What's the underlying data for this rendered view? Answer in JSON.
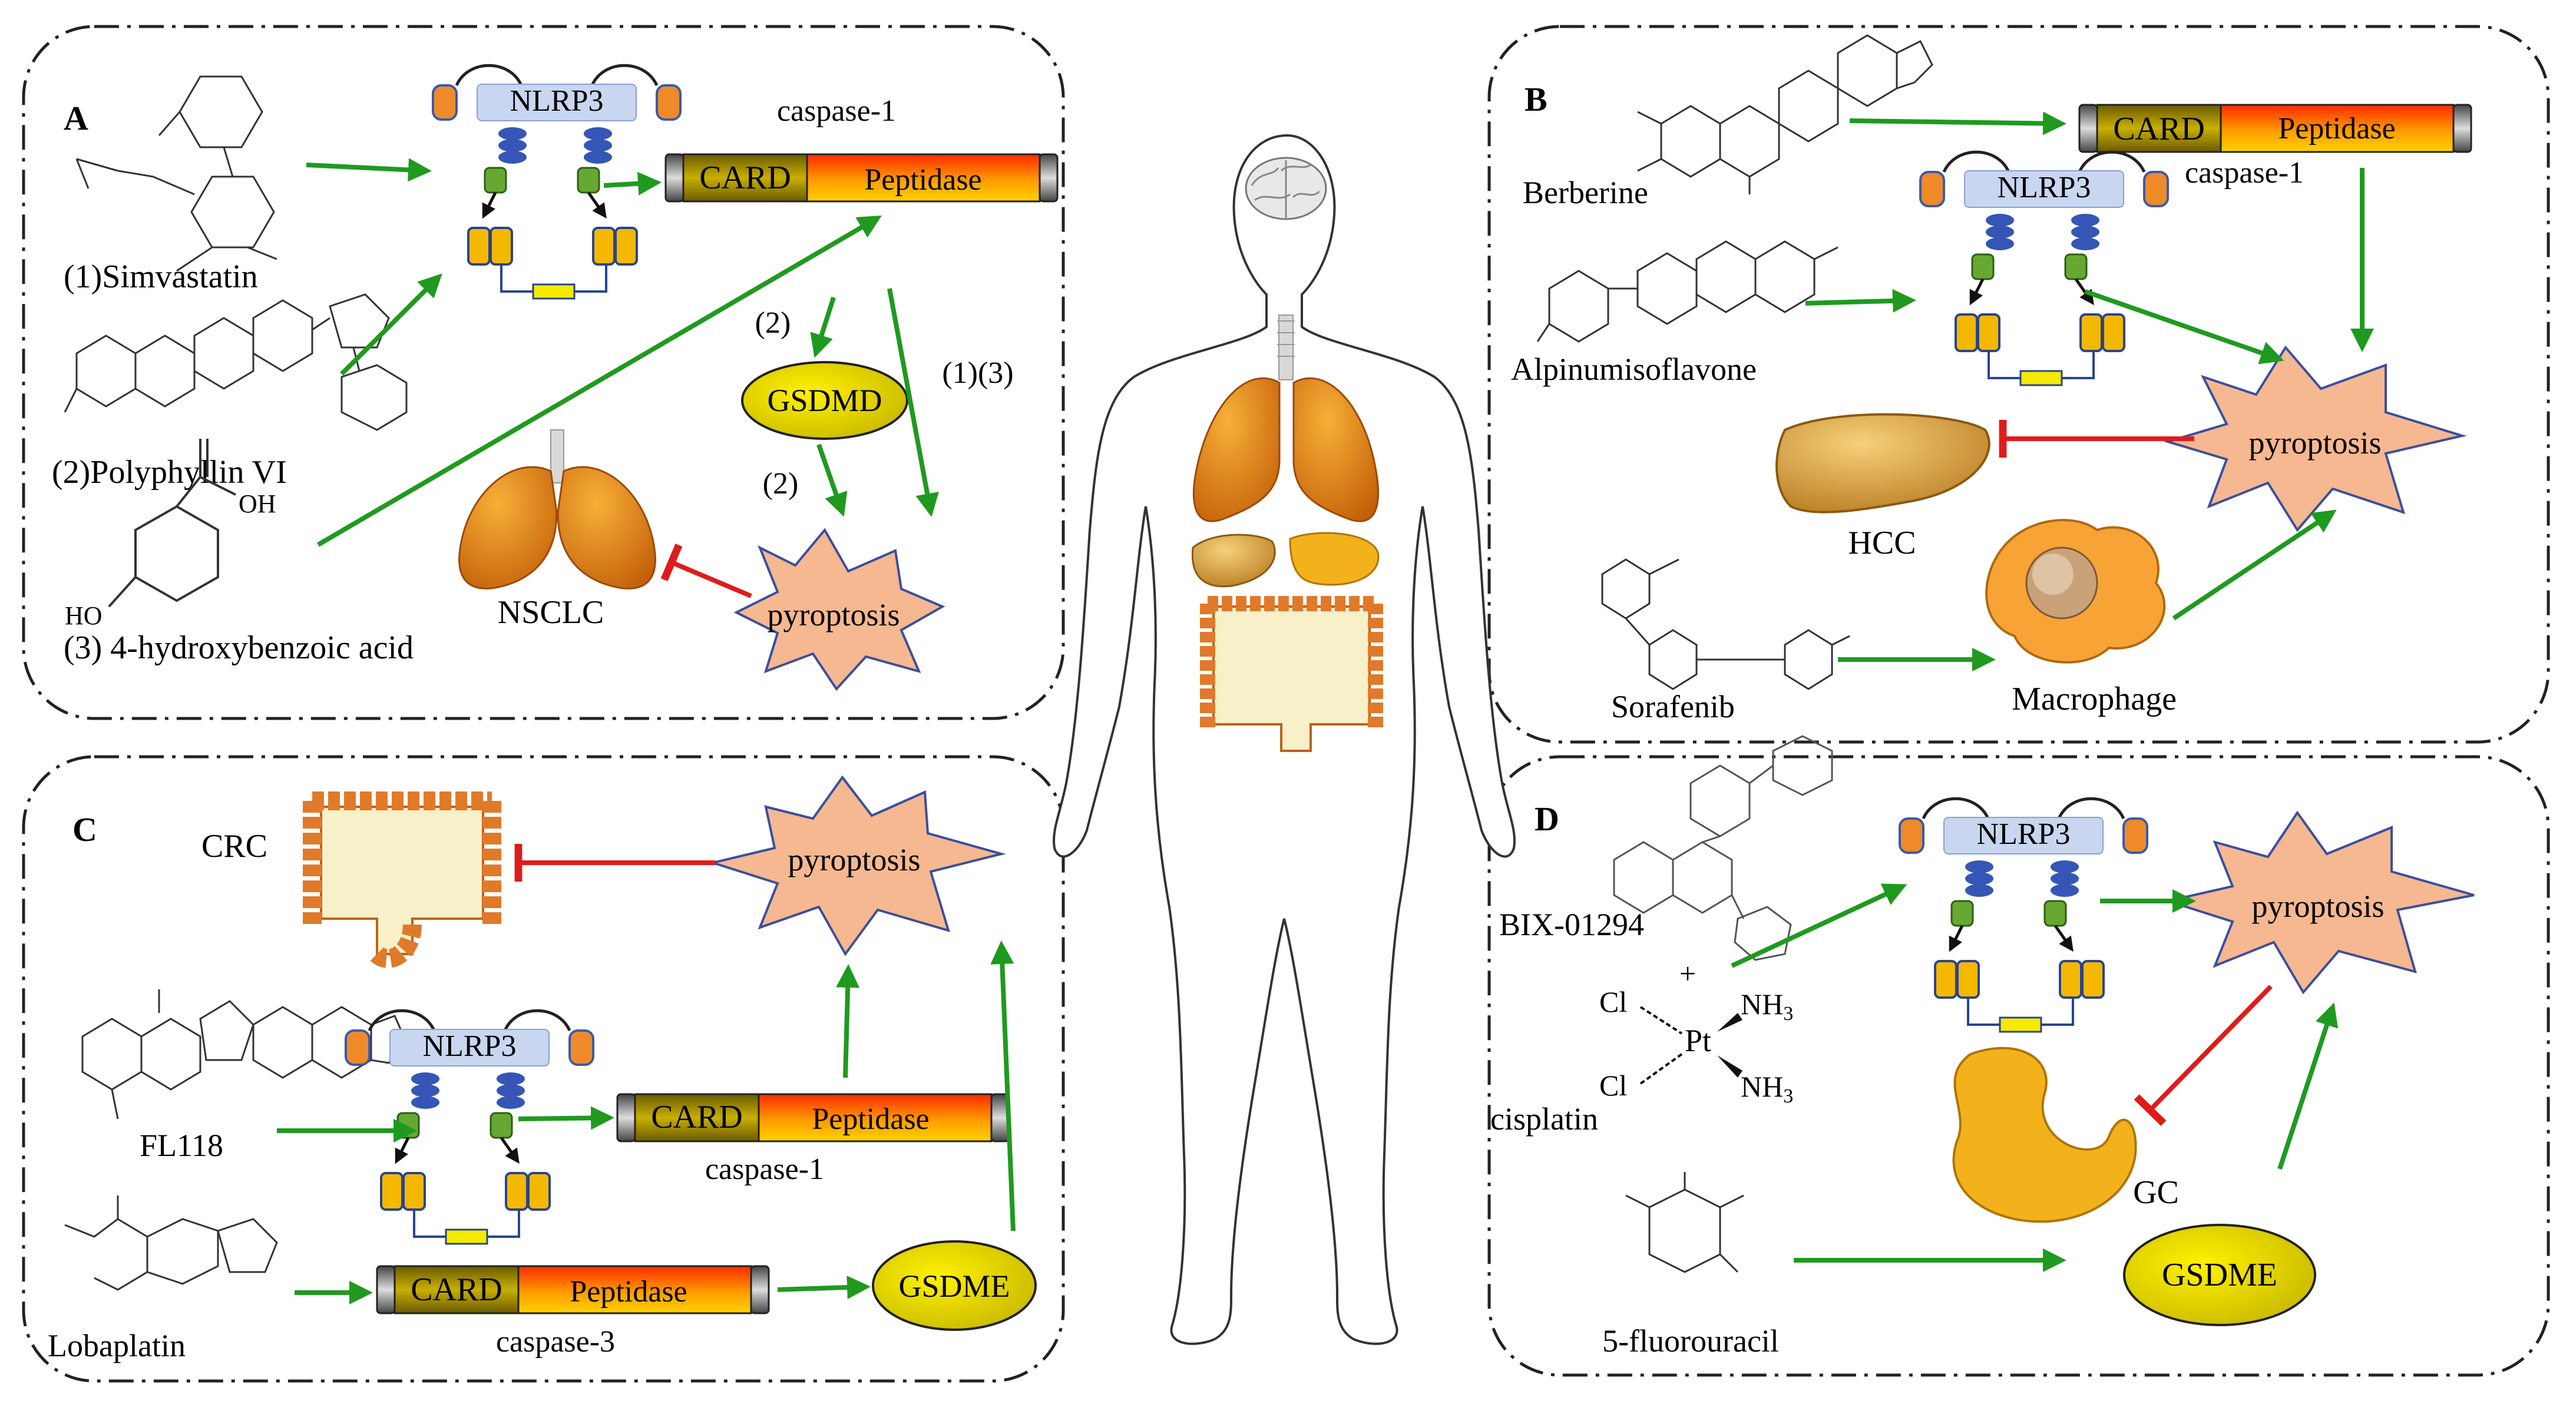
{
  "panels": {
    "A": {
      "letter": "A",
      "nlrp3": "NLRP3",
      "caspase_label": "caspase-1",
      "card": "CARD",
      "peptidase": "Peptidase",
      "gsdmd": "GSDMD",
      "pyroptosis": "pyroptosis",
      "nsclc": "NSCLC",
      "drug1": "(1)Simvastatin",
      "drug2": "(2)Polyphyllin VI",
      "drug3": "(3) 4-hydroxybenzoic acid",
      "tag_2a": "(2)",
      "tag_2b": "(2)",
      "tag_13": "(1)(3)",
      "ho": "HO",
      "oh": "OH"
    },
    "B": {
      "letter": "B",
      "caspase_label": "caspase-1",
      "card": "CARD",
      "peptidase": "Peptidase",
      "nlrp3": "NLRP3",
      "pyroptosis": "pyroptosis",
      "hcc": "HCC",
      "macrophage": "Macrophage",
      "drug1": "Berberine",
      "drug2": "Alpinumisoflavone",
      "drug3": "Sorafenib"
    },
    "C": {
      "letter": "C",
      "crc": "CRC",
      "pyroptosis": "pyroptosis",
      "nlrp3": "NLRP3",
      "card1": "CARD",
      "peptidase1": "Peptidase",
      "caspase1_label": "caspase-1",
      "card3": "CARD",
      "peptidase3": "Peptidase",
      "caspase3_label": "caspase-3",
      "gsdme": "GSDME",
      "drug1": "FL118",
      "drug2": "Lobaplatin"
    },
    "D": {
      "letter": "D",
      "nlrp3": "NLRP3",
      "pyroptosis": "pyroptosis",
      "gc": "GC",
      "gsdme": "GSDME",
      "drug1": "BIX-01294",
      "plus": "+",
      "drug2": "cisplatin",
      "drug3": "5-fluorouracil",
      "cl1": "Cl",
      "cl2": "Cl",
      "pt": "Pt",
      "nh3a": "NH",
      "nh3b": "NH",
      "sub3": "3"
    }
  },
  "colors": {
    "activate": "#1f9a1f",
    "inhibit": "#e01b1b",
    "pyroptosis_fill": "#f6b890",
    "pyroptosis_stroke": "#3a4f9e",
    "gsd_fill": "#e8e200",
    "card_fill": "#b9a400",
    "nlrp3_box": "#c9d6f0",
    "organ": "#e08a12"
  }
}
